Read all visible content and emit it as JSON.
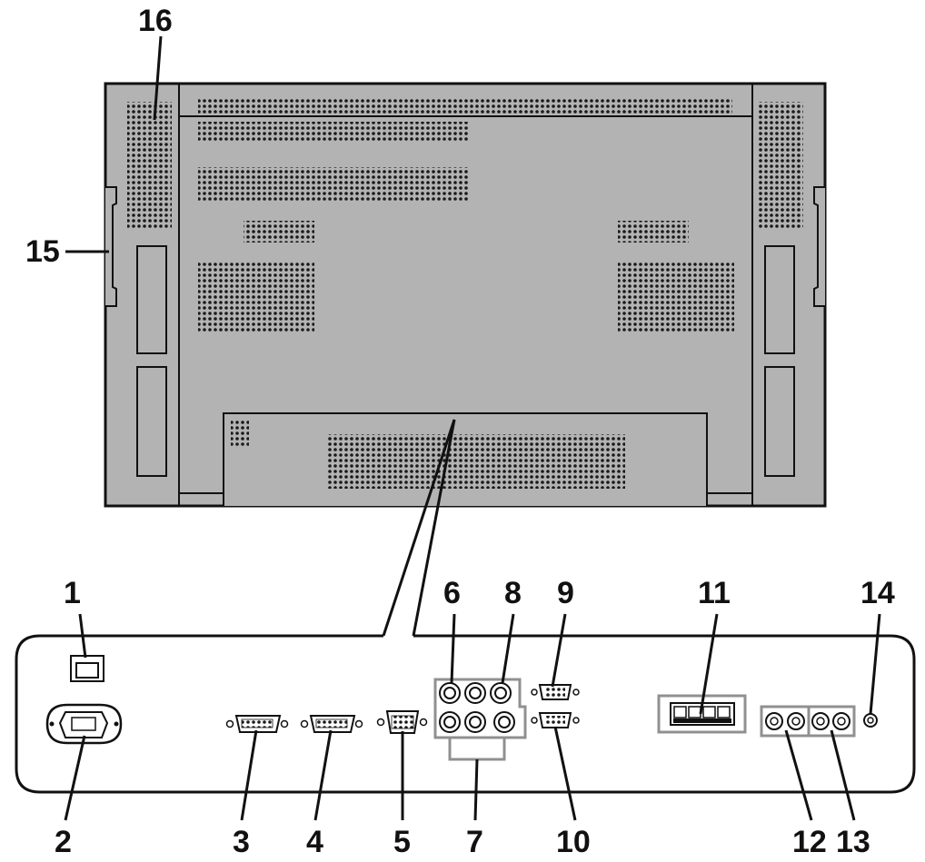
{
  "callouts": {
    "c1": "1",
    "c2": "2",
    "c3": "3",
    "c4": "4",
    "c5": "5",
    "c6": "6",
    "c7": "7",
    "c8": "8",
    "c9": "9",
    "c10": "10",
    "c11": "11",
    "c12": "12",
    "c13": "13",
    "c14": "14",
    "c15": "15",
    "c16": "16"
  },
  "colors": {
    "panel": "#b3b3b3",
    "outline": "#111111",
    "vent": "#1a1a1a",
    "port_frame": "#909090",
    "background": "#ffffff"
  },
  "icons": {
    "power_switch": "power-switch-icon",
    "ac_inlet": "ac-inlet-icon",
    "dvi_port": "dvi-port-icon",
    "vga_port": "vga-port-icon",
    "rca_jack": "rca-jack-icon",
    "serial_port": "serial-port-icon",
    "speaker_terminal": "speaker-terminal-icon",
    "audio_jack": "audio-jack-icon",
    "mini_jack": "mini-jack-icon",
    "handle": "handle-icon"
  }
}
